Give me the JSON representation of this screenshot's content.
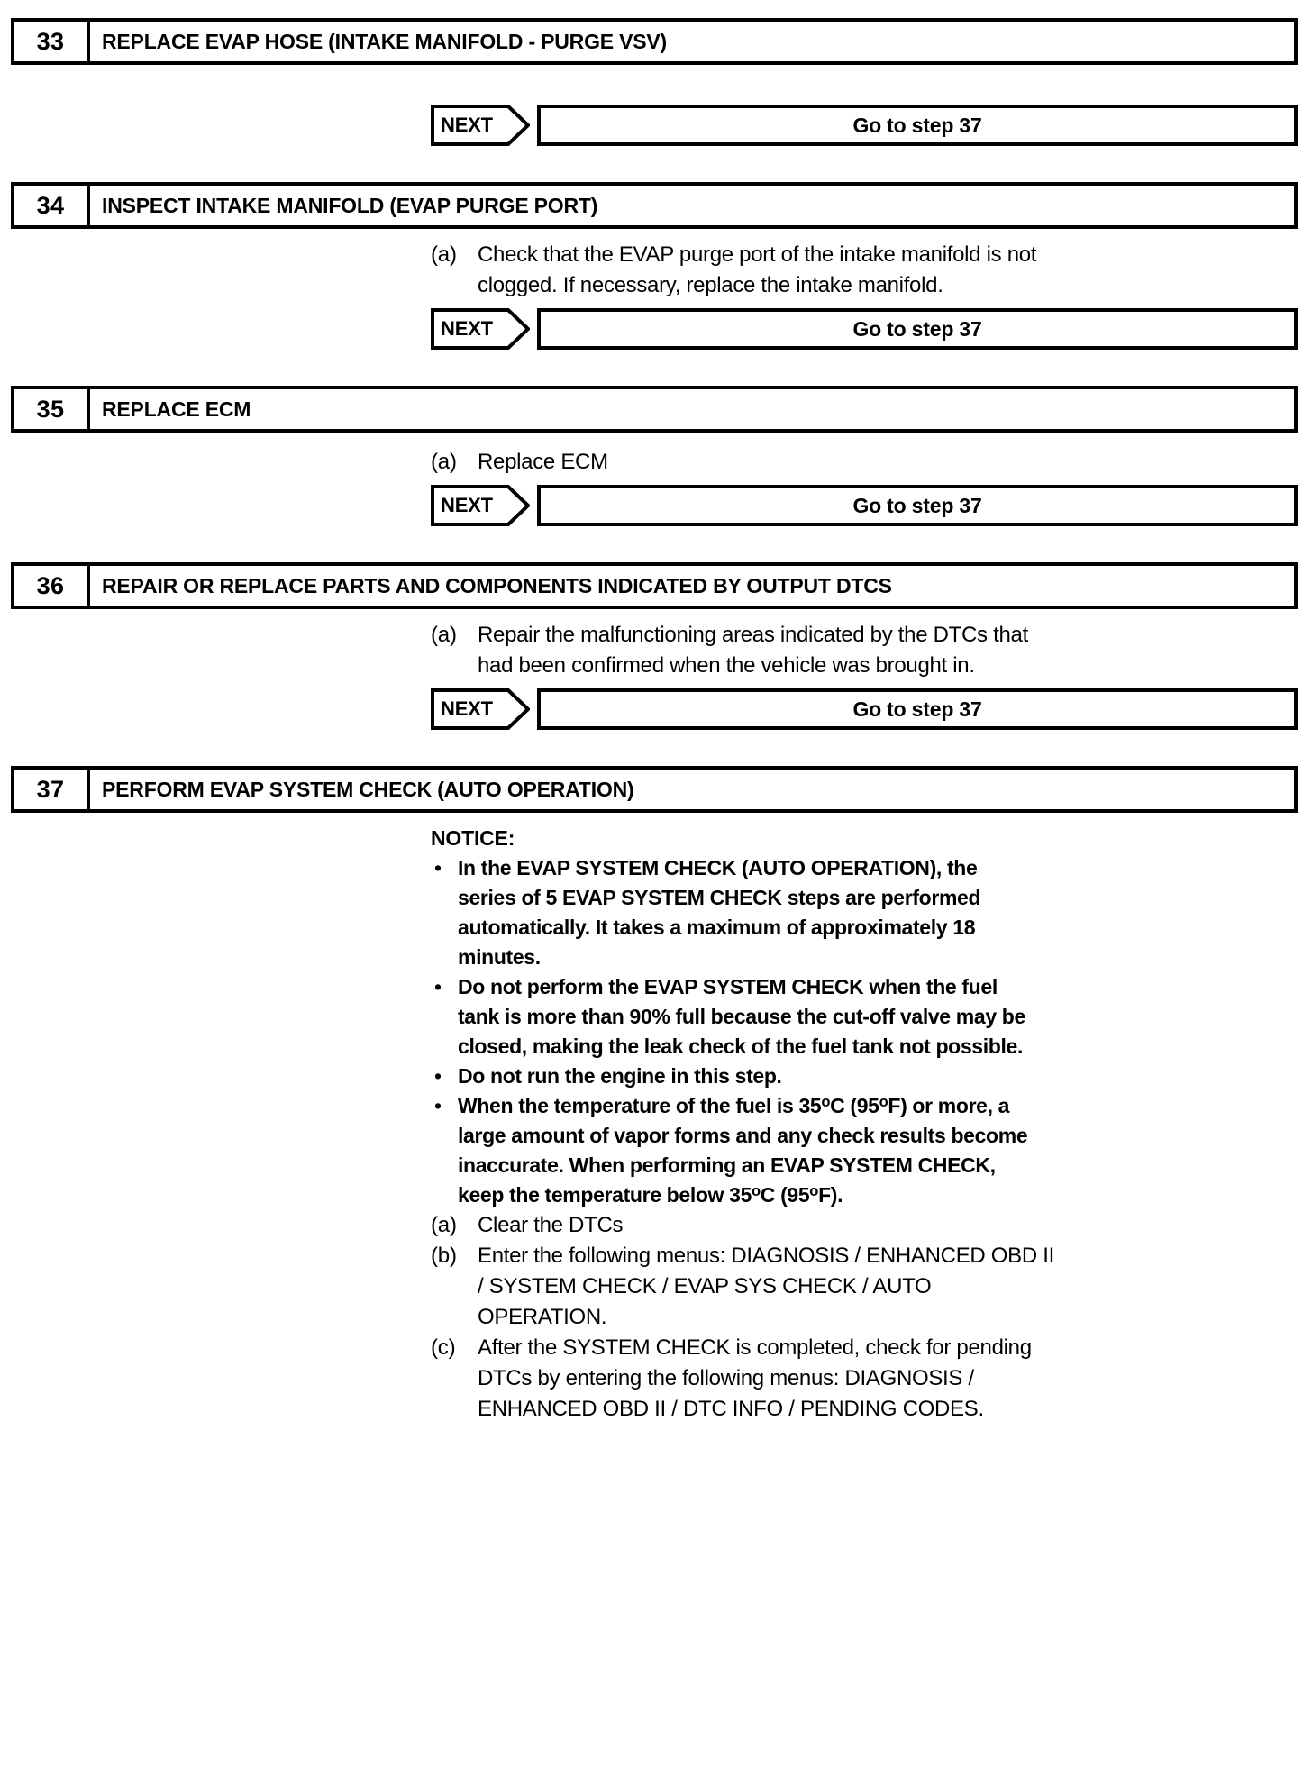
{
  "document": {
    "type": "diagnostic-flowchart",
    "next_label": "NEXT"
  },
  "steps": [
    {
      "number": "33",
      "title": "REPLACE EVAP HOSE (INTAKE MANIFOLD - PURGE VSV)",
      "procedures": [],
      "next": {
        "label": "NEXT",
        "result": "Go to step 37"
      }
    },
    {
      "number": "34",
      "title": "INSPECT INTAKE MANIFOLD (EVAP PURGE PORT)",
      "procedures": [
        {
          "label": "(a)",
          "text": "Check that the EVAP purge port of the intake manifold is not clogged. If necessary, replace the intake manifold."
        }
      ],
      "next": {
        "label": "NEXT",
        "result": "Go to step 37"
      }
    },
    {
      "number": "35",
      "title": "REPLACE ECM",
      "procedures": [
        {
          "label": "(a)",
          "text": "Replace ECM"
        }
      ],
      "next": {
        "label": "NEXT",
        "result": "Go to step 37"
      }
    },
    {
      "number": "36",
      "title": "REPAIR OR REPLACE PARTS AND COMPONENTS INDICATED BY OUTPUT DTCS",
      "procedures": [
        {
          "label": "(a)",
          "text": "Repair the malfunctioning areas indicated by the DTCs that had been confirmed when the vehicle was brought in."
        }
      ],
      "next": {
        "label": "NEXT",
        "result": "Go to step 37"
      }
    },
    {
      "number": "37",
      "title": "PERFORM EVAP SYSTEM CHECK (AUTO OPERATION)",
      "notice": {
        "title": "NOTICE:",
        "bullet_glyph": "•",
        "bullets": [
          "In the EVAP SYSTEM CHECK (AUTO OPERATION), the series of 5 EVAP SYSTEM CHECK steps are performed automatically. It takes a maximum of approximately 18 minutes.",
          "Do not perform the EVAP SYSTEM CHECK when the fuel tank is more than 90% full because the cut-off valve may be closed, making the leak check of the fuel tank not possible.",
          "Do not run the engine in this step.",
          "When the temperature of the fuel is 35°C (95°F) or more, a large amount of vapor forms and any check results become inaccurate. When performing an EVAP SYSTEM CHECK, keep the temperature below 35°C (95°F)."
        ]
      },
      "procedures": [
        {
          "label": "(a)",
          "text": "Clear the DTCs"
        },
        {
          "label": "(b)",
          "text": "Enter the following menus: DIAGNOSIS / ENHANCED OBD II / SYSTEM CHECK / EVAP SYS CHECK / AUTO OPERATION."
        },
        {
          "label": "(c)",
          "text": "After the SYSTEM CHECK is completed, check for pending DTCs by entering the following menus: DIAGNOSIS / ENHANCED OBD II / DTC INFO / PENDING CODES."
        }
      ],
      "next": null
    }
  ],
  "colors": {
    "ink": "#000000",
    "paper": "#ffffff"
  }
}
